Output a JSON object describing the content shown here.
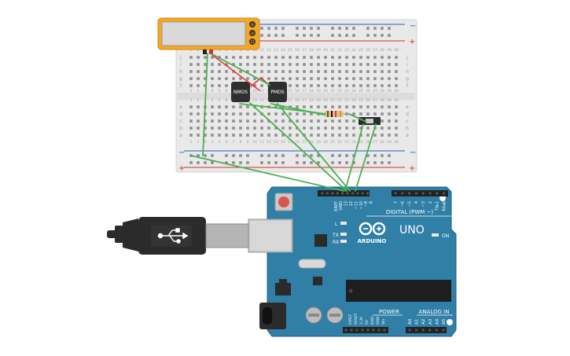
{
  "breadboard": {
    "row_letters_top": [
      "j",
      "i",
      "h",
      "g",
      "f"
    ],
    "row_letters_bottom": [
      "e",
      "d",
      "c",
      "b",
      "a"
    ],
    "column_numbers": [
      "1",
      "2",
      "3",
      "4",
      "5",
      "6",
      "7",
      "8",
      "9",
      "10",
      "11",
      "12",
      "13",
      "14",
      "15",
      "16",
      "17",
      "18",
      "19",
      "20",
      "21",
      "22",
      "23",
      "24",
      "25",
      "26",
      "27",
      "28",
      "29",
      "30"
    ],
    "rail_minus": "−",
    "rail_plus": "+"
  },
  "multimeter": {
    "terminals": [
      "A",
      "⊖",
      "Ω"
    ]
  },
  "transistors": {
    "nmos_label": "NMOS",
    "pmos_label": "PMOS"
  },
  "arduino": {
    "brand": "ARDUINO",
    "model": "UNO",
    "on_label": "ON",
    "digital_label": "DIGITAL (PWM ~)",
    "analog_label": "ANALOG IN",
    "power_label": "POWER",
    "tx_label": "TX",
    "rx_label": "RX",
    "l_label": "L",
    "digital_pins": [
      "AREF",
      "GND",
      "13",
      "12",
      "~11",
      "~10",
      "~9",
      "8",
      "7",
      "~6",
      "~5",
      "4",
      "~3",
      "2",
      "TX▸1",
      "RX◂0"
    ],
    "power_pins": [
      "IOREF",
      "RESET",
      "3.3V",
      "5V",
      "GND",
      "GND",
      "Vin"
    ],
    "analog_pins": [
      "A0",
      "A1",
      "A2",
      "A3",
      "A4",
      "A5"
    ]
  },
  "colors": {
    "board_blue": "#2f7fa6",
    "wire_green": "#4caf50",
    "wire_red": "#e53935",
    "multimeter_yellow": "#f5a623"
  }
}
